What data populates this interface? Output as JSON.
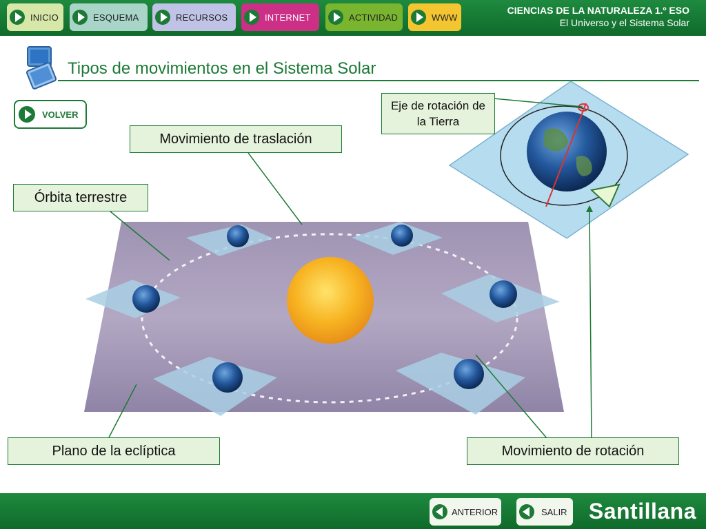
{
  "nav": {
    "items": [
      {
        "label": "INICIO",
        "color": "#d7e7a8"
      },
      {
        "label": "ESQUEMA",
        "color": "#a9d5c8"
      },
      {
        "label": "RECURSOS",
        "color": "#c0c3e6"
      },
      {
        "label": "INTERNET",
        "color": "#cc2f86"
      },
      {
        "label": "ACTIVIDAD",
        "color": "#7ab52f"
      },
      {
        "label": "WWW",
        "color": "#f3c530"
      }
    ]
  },
  "course": {
    "title": "CIENCIAS DE LA NATURALEZA 1.º ESO",
    "subtitle": "El Universo y el Sistema Solar"
  },
  "page": {
    "title": "Tipos de movimientos en el Sistema Solar",
    "back_label": "VOLVER"
  },
  "labels": {
    "traslacion": "Movimiento de traslación",
    "orbita": "Órbita terrestre",
    "eje": "Eje de rotación de la Tierra",
    "ecliptica": "Plano de la eclíptica",
    "rotacion": "Movimiento de rotación"
  },
  "footer": {
    "prev_label": "ANTERIOR",
    "exit_label": "SALIR",
    "brand": "Santillana"
  },
  "colors": {
    "brand_green": "#1c7a36",
    "callout_bg": "#e6f3dc",
    "plane": "#a89ab8",
    "sun": "#f7b321"
  }
}
